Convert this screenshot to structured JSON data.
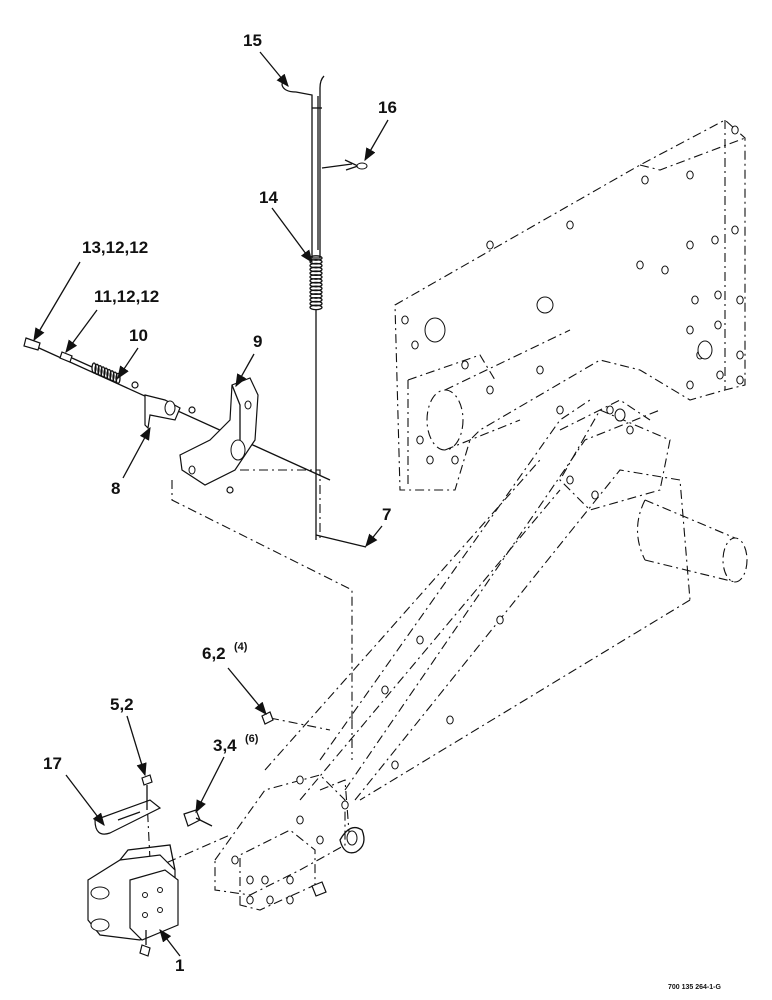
{
  "diagram": {
    "callouts": [
      {
        "id": "c15",
        "label": "15"
      },
      {
        "id": "c16",
        "label": "16"
      },
      {
        "id": "c14",
        "label": "14"
      },
      {
        "id": "c13",
        "label": "13,12,12"
      },
      {
        "id": "c11",
        "label": "11,12,12"
      },
      {
        "id": "c10",
        "label": "10"
      },
      {
        "id": "c9",
        "label": "9"
      },
      {
        "id": "c8",
        "label": "8"
      },
      {
        "id": "c7",
        "label": "7"
      },
      {
        "id": "c6",
        "label": "6,2",
        "sup": "(4)"
      },
      {
        "id": "c5",
        "label": "5,2"
      },
      {
        "id": "c3",
        "label": "3,4",
        "sup": "(6)"
      },
      {
        "id": "c17",
        "label": "17"
      },
      {
        "id": "c1",
        "label": "1"
      }
    ],
    "part_number": "700 135 264-1-G"
  }
}
